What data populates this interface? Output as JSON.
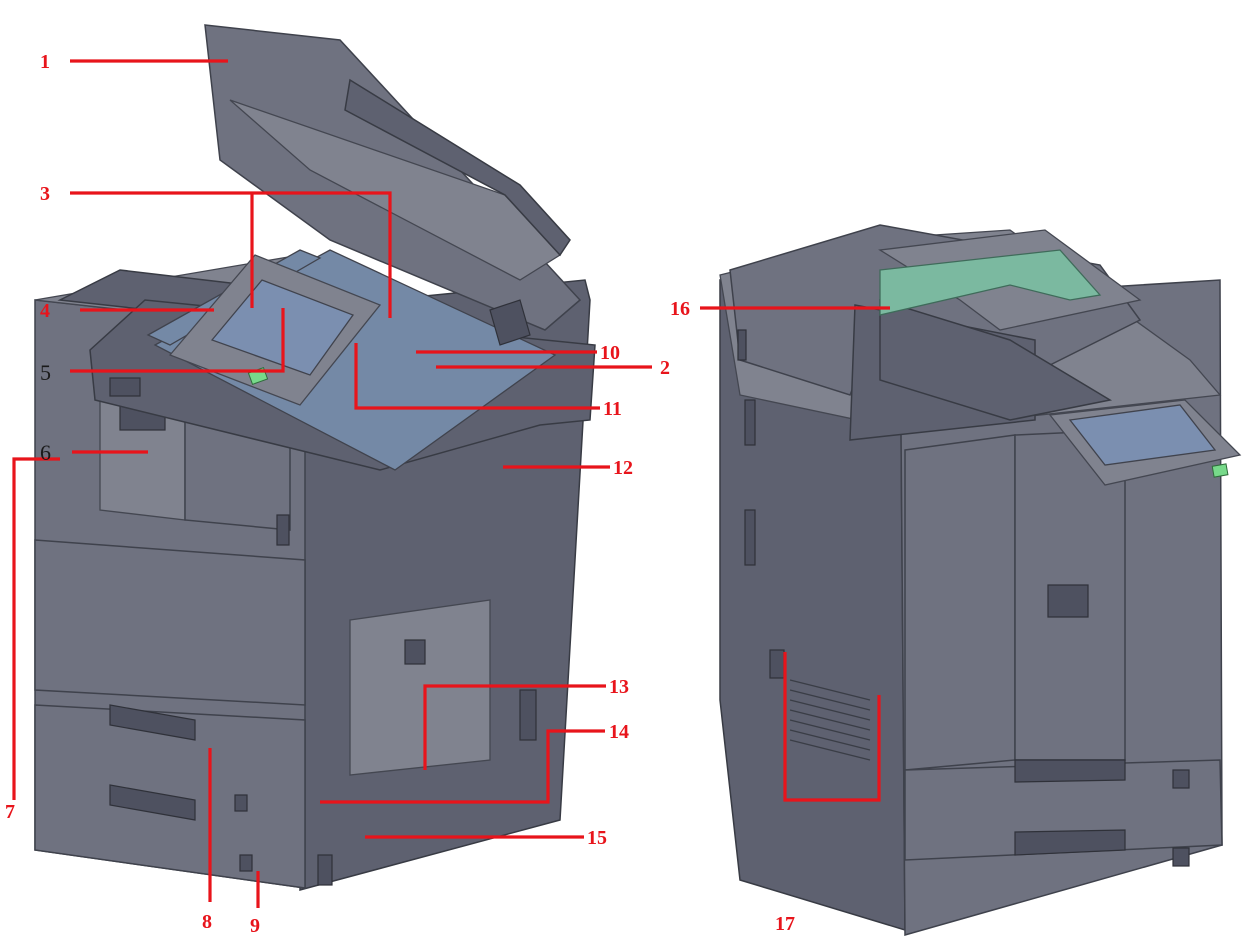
{
  "figure": {
    "callouts": [
      {
        "id": "1",
        "label": "1"
      },
      {
        "id": "2",
        "label": "2"
      },
      {
        "id": "3",
        "label": "3"
      },
      {
        "id": "4",
        "label": "4"
      },
      {
        "id": "5",
        "label": "5"
      },
      {
        "id": "6",
        "label": "6"
      },
      {
        "id": "7",
        "label": "7"
      },
      {
        "id": "8",
        "label": "8"
      },
      {
        "id": "9",
        "label": "9"
      },
      {
        "id": "10",
        "label": "10"
      },
      {
        "id": "11",
        "label": "11"
      },
      {
        "id": "12",
        "label": "12"
      },
      {
        "id": "13",
        "label": "13"
      },
      {
        "id": "14",
        "label": "14"
      },
      {
        "id": "15",
        "label": "15"
      },
      {
        "id": "16",
        "label": "16"
      },
      {
        "id": "17",
        "label": "17"
      }
    ],
    "colors": {
      "callout": "#e8141b",
      "machine_body": "#6f7280",
      "glass": "#7489a6",
      "screen": "#7b8fb0",
      "eject_tray": "#7bb9a0",
      "power_button": "#77d98a"
    }
  }
}
